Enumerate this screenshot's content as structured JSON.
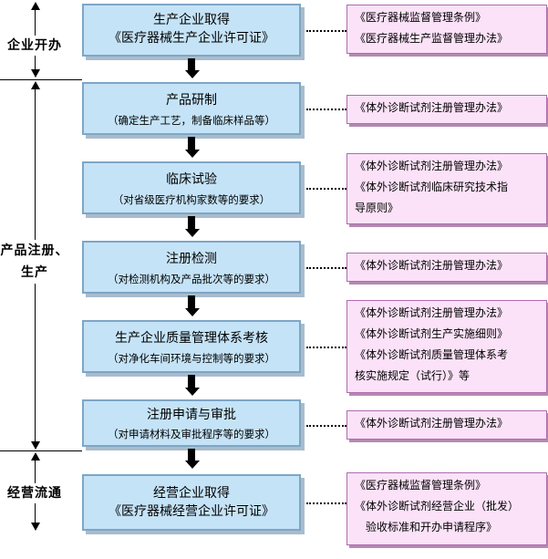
{
  "phases": [
    {
      "label": "企业开办"
    },
    {
      "label": "产品注册、生产"
    },
    {
      "label": "经营流通"
    }
  ],
  "steps": [
    {
      "title": "生产企业取得",
      "sub": "《医疗器械生产企业许可证》"
    },
    {
      "title": "产品研制",
      "sub": "（确定生产工艺，制备临床样品等）"
    },
    {
      "title": "临床试验",
      "sub": "（对省级医疗机构家数等的要求）"
    },
    {
      "title": "注册检测",
      "sub": "（对检测机构及产品批次等的要求）"
    },
    {
      "title": "生产企业质量管理体系考核",
      "sub": "（对净化车间环境与控制等的要求）"
    },
    {
      "title": "注册申请与审批",
      "sub": "（对申请材料及审批程序等的要求）"
    },
    {
      "title": "经营企业取得",
      "sub": "《医疗器械经营企业许可证》"
    }
  ],
  "regulations": [
    {
      "lines": [
        "《医疗器械监督管理条例》",
        "《医疗器械生产监督管理办法》"
      ]
    },
    {
      "lines": [
        "《体外诊断试剂注册管理办法》"
      ]
    },
    {
      "lines": [
        "《体外诊断试剂注册管理办法》",
        "《体外诊断试剂临床研究技术指",
        "导原则》"
      ]
    },
    {
      "lines": [
        "《体外诊断试剂注册管理办法》"
      ]
    },
    {
      "lines": [
        "《体外诊断试剂注册管理办法》",
        "《体外诊断试剂生产实施细则》",
        "《体外诊断试剂质量管理体系考",
        "核实施规定（试行）》等"
      ]
    },
    {
      "lines": [
        "《体外诊断试剂注册管理办法》"
      ]
    },
    {
      "lines": [
        "《医疗器械监督管理条例》",
        "《体外诊断试剂经营企业（批发）",
        "验收标准和开办申请程序》"
      ]
    }
  ]
}
